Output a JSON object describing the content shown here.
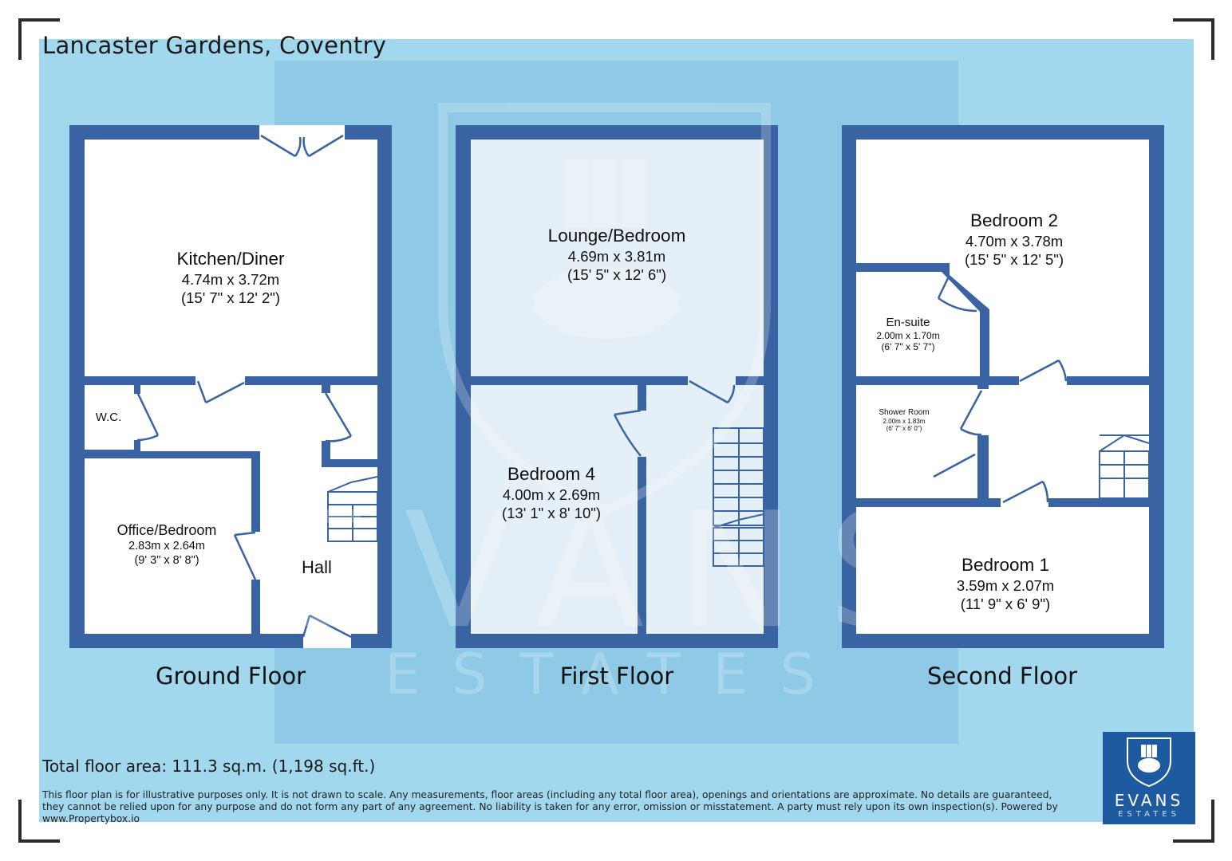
{
  "header": {
    "title": "Lancaster Gardens, Coventry"
  },
  "floors": [
    {
      "label": "Ground Floor",
      "rooms": [
        {
          "name": "Kitchen/Diner",
          "metric": "4.74m x 3.72m",
          "imperial": "(15' 7\" x 12' 2\")"
        },
        {
          "name": "Office/Bedroom",
          "metric": "2.83m x 2.64m",
          "imperial": "(9' 3\" x 8' 8\")"
        },
        {
          "name": "W.C."
        },
        {
          "name": "Hall"
        }
      ]
    },
    {
      "label": "First Floor",
      "rooms": [
        {
          "name": "Lounge/Bedroom",
          "metric": "4.69m x 3.81m",
          "imperial": "(15' 5\" x 12' 6\")"
        },
        {
          "name": "Bedroom 4",
          "metric": "4.00m x 2.69m",
          "imperial": "(13' 1\" x 8' 10\")"
        }
      ]
    },
    {
      "label": "Second Floor",
      "rooms": [
        {
          "name": "Bedroom 2",
          "metric": "4.70m x 3.78m",
          "imperial": "(15' 5\" x 12' 5\")"
        },
        {
          "name": "En-suite",
          "metric": "2.00m x 1.70m",
          "imperial": "(6' 7\" x 5' 7\")"
        },
        {
          "name": "Shower Room",
          "metric": "2.00m x 1.83m",
          "imperial": "(6' 7\" x 6' 0\")"
        },
        {
          "name": "Bedroom 1",
          "metric": "3.59m x 2.07m",
          "imperial": "(11' 9\" x 6' 9\")"
        }
      ]
    }
  ],
  "footer": {
    "total_area": "Total floor area: 111.3 sq.m. (1,198 sq.ft.)",
    "disclaimer": "This floor plan is for illustrative purposes only. It is not drawn to scale. Any measurements, floor areas (including any total floor area), openings and orientations are approximate. No details are guaranteed, they cannot be relied upon for any purpose and do not form any part of any agreement. No liability is taken for any error, omission or misstatement. A party must rely upon its own inspection(s). Powered by www.Propertybox.io"
  },
  "branding": {
    "watermark_main": "EVANS",
    "watermark_sub": "ESTATES",
    "logo_main": "EVANS",
    "logo_sub": "ESTATES"
  },
  "colors": {
    "background": "#a2d8ee",
    "wall": "#3a63a3",
    "room_fill": "#ffffff",
    "logo": "#1d5aa0"
  }
}
